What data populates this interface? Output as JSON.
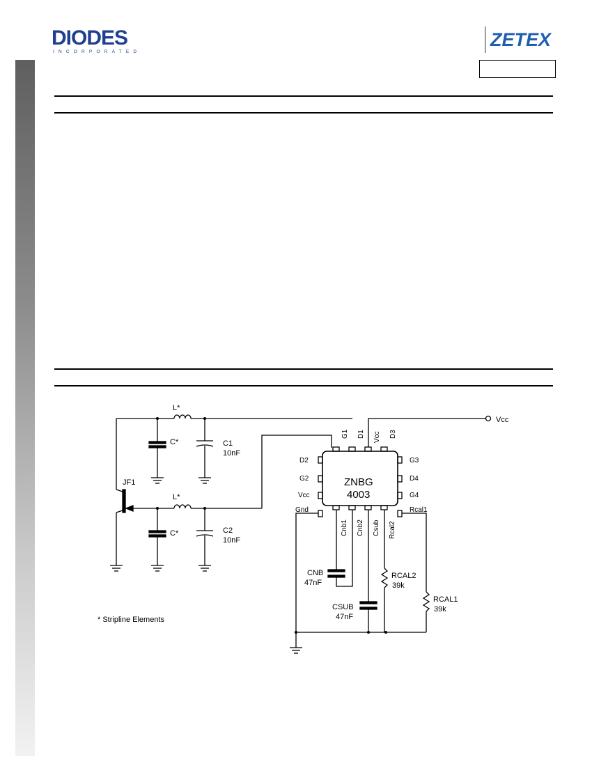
{
  "header": {
    "diodes_logo_text": "DIODES",
    "diodes_logo_sub": "INCORPORATED",
    "zetex_logo_text": "ZETEX"
  },
  "schematic": {
    "labels": {
      "l_star_top": "L*",
      "l_star_bottom": "L*",
      "c_star_top": "C*",
      "c_star_bottom": "C*",
      "c1_name": "C1",
      "c1_value": "10nF",
      "c2_name": "C2",
      "c2_value": "10nF",
      "jf1": "JF1",
      "vcc_out": "Vcc",
      "ic_name_1": "ZNBG",
      "ic_name_2": "4003",
      "cnb_name": "CNB",
      "cnb_value": "47nF",
      "csub_name": "CSUB",
      "csub_value": "47nF",
      "rcal2_name": "RCAL2",
      "rcal2_value": "39k",
      "rcal1_name": "RCAL1",
      "rcal1_value": "39k",
      "note": "* Stripline Elements"
    },
    "pins": {
      "top": [
        "G1",
        "D1",
        "Vcc",
        "D3"
      ],
      "left": [
        "D2",
        "G2",
        "Vcc",
        "Gnd"
      ],
      "right": [
        "G3",
        "D4",
        "G4",
        "Rcal1"
      ],
      "bottom": [
        "Cnb1",
        "Cnb2",
        "Csub",
        "Rcal2"
      ]
    }
  }
}
